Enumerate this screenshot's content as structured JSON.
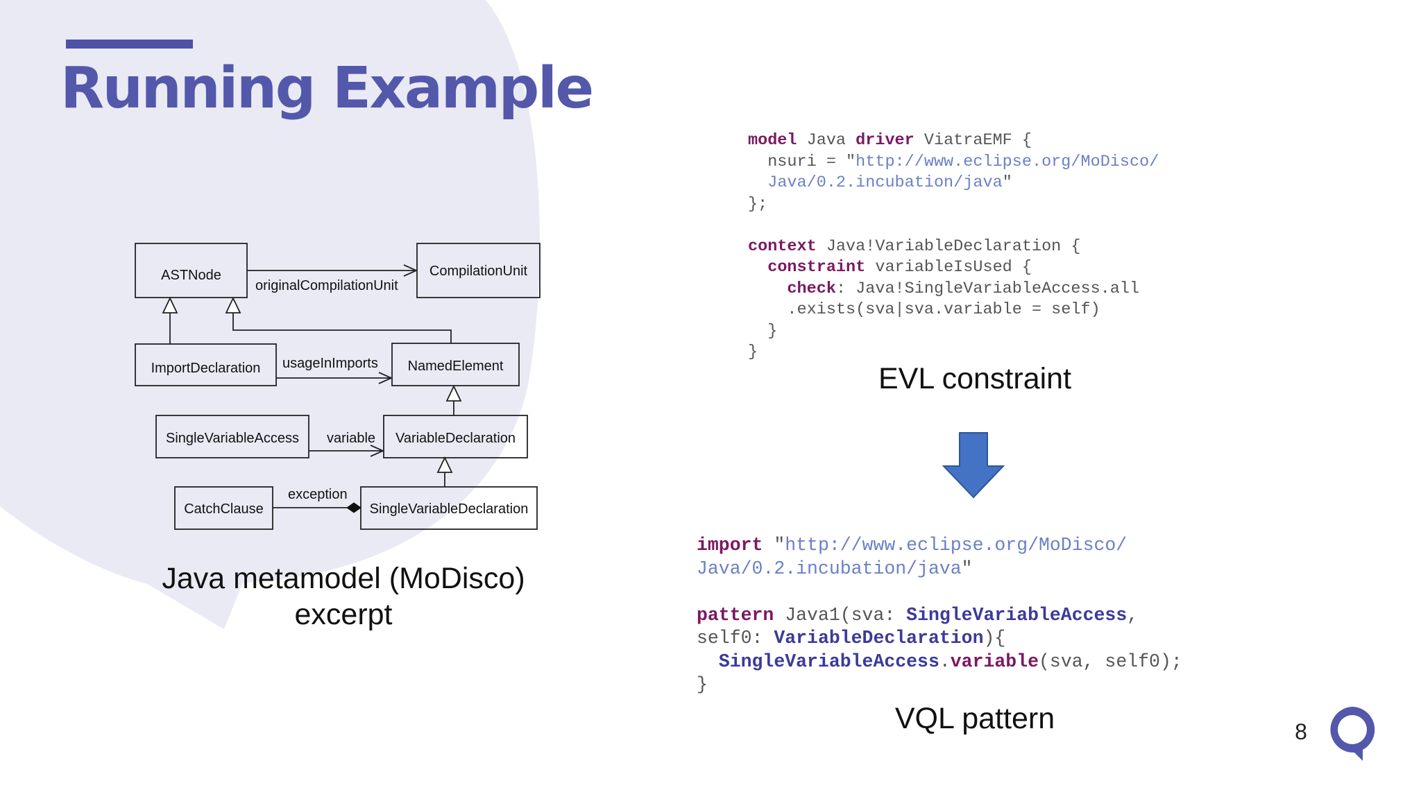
{
  "slide": {
    "title": "Running Example",
    "page_number": "8",
    "colors": {
      "title": "#5358ab",
      "bubble": "#eaeaf5",
      "keyword": "#7a1a62",
      "string": "#6b80c4",
      "type": "#3c3a9a",
      "arrow": "#4472c4",
      "logo": "#5358ab"
    }
  },
  "diagram": {
    "classes": {
      "astnode": "ASTNode",
      "compilation_unit": "CompilationUnit",
      "import_declaration": "ImportDeclaration",
      "named_element": "NamedElement",
      "single_variable_access": "SingleVariableAccess",
      "variable_declaration": "VariableDeclaration",
      "catch_clause": "CatchClause",
      "single_variable_declaration": "SingleVariableDeclaration"
    },
    "references": {
      "original_compilation_unit": "originalCompilationUnit",
      "usage_in_imports": "usageInImports",
      "variable": "variable",
      "exception": "exception"
    },
    "caption_line1": "Java metamodel (MoDisco)",
    "caption_line2": "excerpt"
  },
  "evl": {
    "caption": "EVL constraint",
    "lines": [
      [
        {
          "t": "model",
          "c": "kw"
        },
        {
          "t": " Java "
        },
        {
          "t": "driver",
          "c": "kw"
        },
        {
          "t": " ViatraEMF {"
        }
      ],
      [
        {
          "t": "  nsuri = \""
        },
        {
          "t": "http://www.eclipse.org/MoDisco/",
          "c": "str"
        }
      ],
      [
        {
          "t": "  "
        },
        {
          "t": "Java/0.2.incubation/java",
          "c": "str"
        },
        {
          "t": "\""
        }
      ],
      [
        {
          "t": "};"
        }
      ],
      [
        {
          "t": ""
        }
      ],
      [
        {
          "t": "context",
          "c": "kw"
        },
        {
          "t": " Java!VariableDeclaration {"
        }
      ],
      [
        {
          "t": "  "
        },
        {
          "t": "constraint",
          "c": "kw"
        },
        {
          "t": " variableIsUsed {"
        }
      ],
      [
        {
          "t": "    "
        },
        {
          "t": "check",
          "c": "kw"
        },
        {
          "t": ": Java!SingleVariableAccess.all"
        }
      ],
      [
        {
          "t": "    .exists(sva|sva.variable = self)"
        }
      ],
      [
        {
          "t": "  }"
        }
      ],
      [
        {
          "t": "}"
        }
      ]
    ]
  },
  "vql": {
    "caption": "VQL pattern",
    "lines": [
      [
        {
          "t": "import",
          "c": "kw"
        },
        {
          "t": " \""
        },
        {
          "t": "http://www.eclipse.org/MoDisco/",
          "c": "str"
        }
      ],
      [
        {
          "t": "Java/0.2.incubation/java",
          "c": "str"
        },
        {
          "t": "\""
        }
      ],
      [
        {
          "t": ""
        }
      ],
      [
        {
          "t": "pattern",
          "c": "kw"
        },
        {
          "t": " Java1(sva: "
        },
        {
          "t": "SingleVariableAccess",
          "c": "ty"
        },
        {
          "t": ","
        }
      ],
      [
        {
          "t": "self0: "
        },
        {
          "t": "VariableDeclaration",
          "c": "ty"
        },
        {
          "t": "){"
        }
      ],
      [
        {
          "t": "  "
        },
        {
          "t": "SingleVariableAccess",
          "c": "ty"
        },
        {
          "t": "."
        },
        {
          "t": "variable",
          "c": "kw"
        },
        {
          "t": "(sva, self0);"
        }
      ],
      [
        {
          "t": "}"
        }
      ]
    ]
  }
}
